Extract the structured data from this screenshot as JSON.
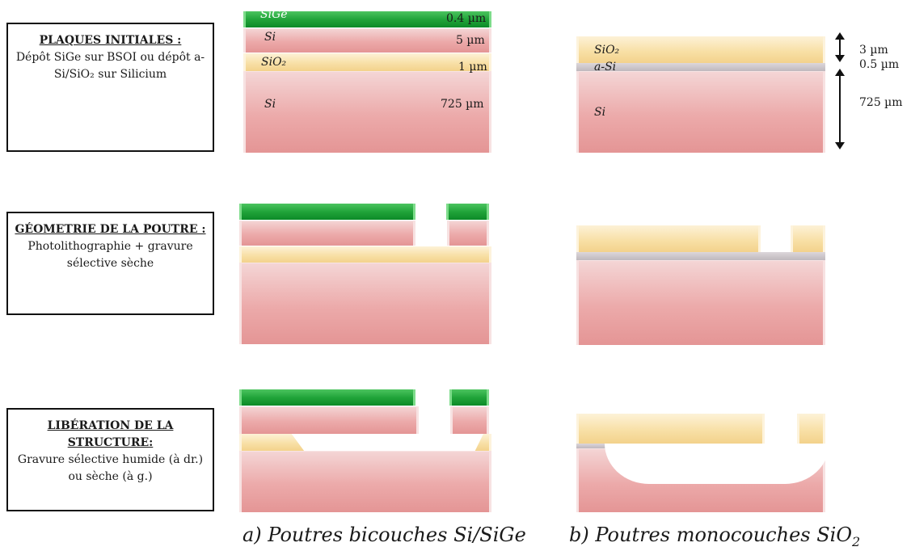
{
  "steps": [
    {
      "title": "PLAQUES INITIALES :",
      "desc": "Dépôt SiGe sur BSOI ou dépôt a-Si/SiO₂ sur Silicium"
    },
    {
      "title": "GÉOMETRIE DE LA POUTRE :",
      "desc": "Photolithographie + gravure sélective sèche"
    },
    {
      "title": "LIBÉRATION DE LA STRUCTURE:",
      "desc": "Gravure sélective humide (à dr.) ou sèche (à g.)"
    }
  ],
  "stack_a": {
    "layers": [
      {
        "material": "SiGe",
        "thickness": "0.4 µm"
      },
      {
        "material": "Si",
        "thickness": "5 µm"
      },
      {
        "material": "SiO₂",
        "thickness": "1 µm"
      },
      {
        "material": "Si",
        "thickness": "725 µm"
      }
    ]
  },
  "stack_b": {
    "layers": [
      {
        "material": "SiO₂",
        "thickness": "3 µm"
      },
      {
        "material": "a-Si",
        "thickness": "0.5 µm"
      },
      {
        "material": "Si",
        "thickness": "725 µm"
      }
    ]
  },
  "captions": {
    "a": "a)   Poutres bicouches Si/SiGe",
    "b_prefix": "b) Poutres monocouches SiO",
    "b_sub": "2"
  },
  "colors": {
    "si": "#e9a3a3",
    "sio2": "#f6dc9e",
    "sige": "#1fa33a",
    "a_si": "#c4bec2",
    "box_border": "#111111"
  }
}
